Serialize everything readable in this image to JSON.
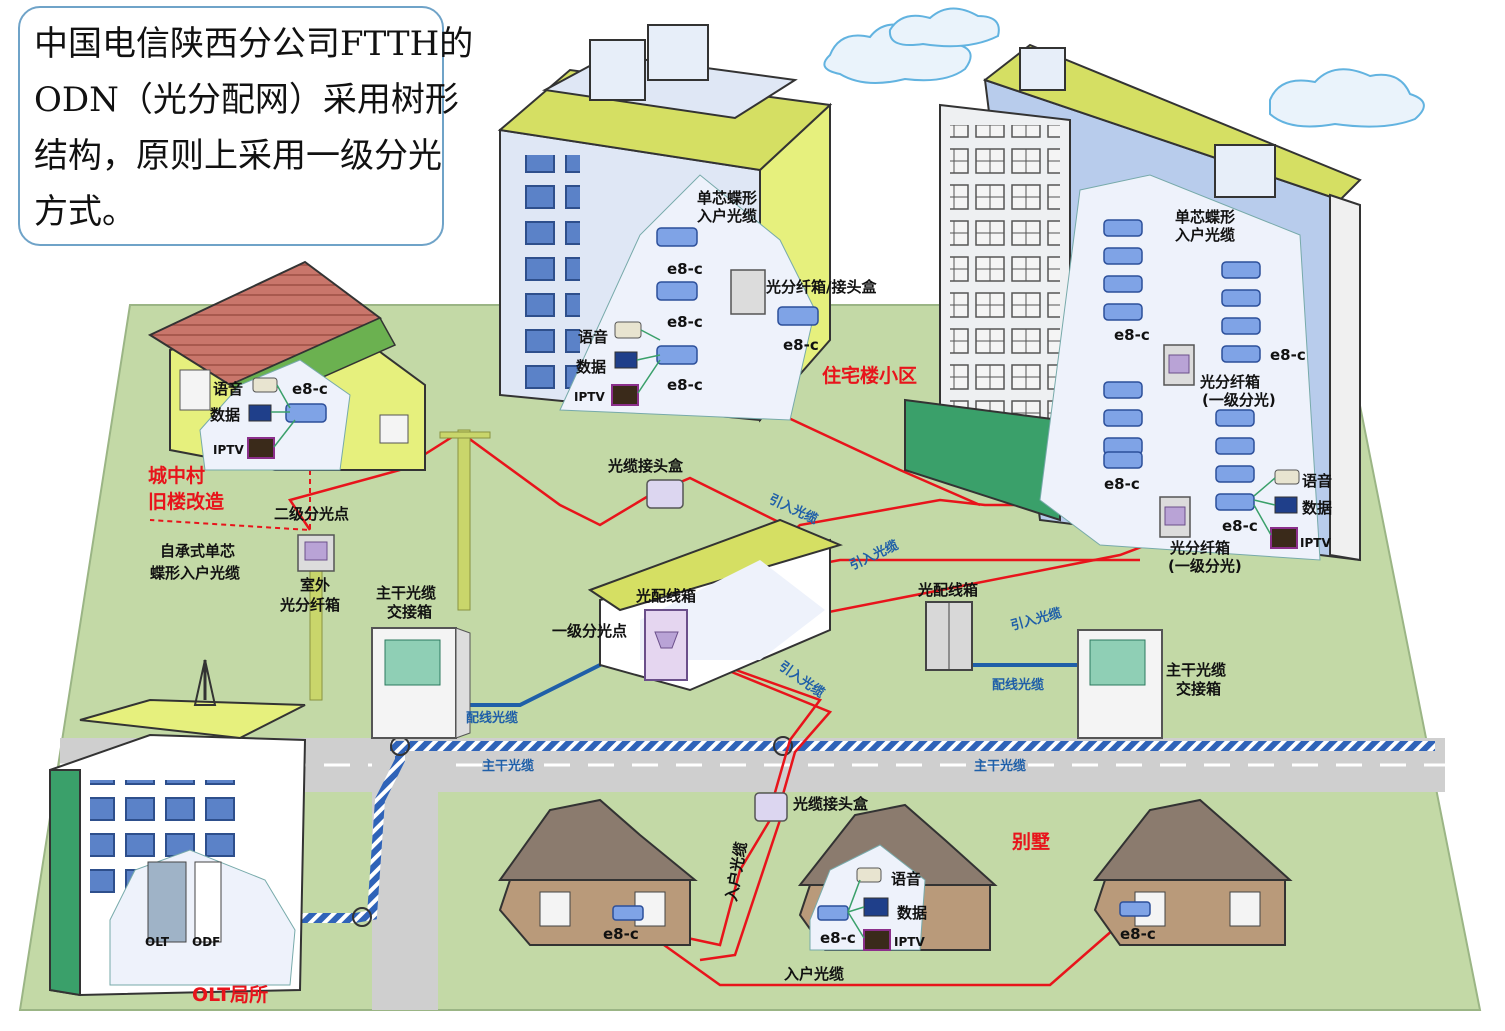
{
  "intro": {
    "lines": [
      "中国电信陕西分公司FTTH的",
      "ODN（光分配网）采用树形",
      "结构，原则上采用一级分光",
      "方式。"
    ]
  },
  "colors": {
    "ground": "#c3d9a6",
    "road": "#c9c9c9",
    "drop_cable": "#e8141b",
    "trunk_cable": "#1f5fa8",
    "label_red": "#e8141b",
    "label_blue": "#1f5fa8"
  },
  "areas": {
    "urban_village": [
      "城中村",
      "旧楼改造"
    ],
    "residential": "住宅楼小区",
    "villas": "别墅",
    "olt_site": "OLT局所"
  },
  "devices": {
    "onu": "e8-c",
    "voice": "语音",
    "data": "数据",
    "iptv": "IPTV",
    "olt": "OLT",
    "odf": "ODF"
  },
  "labels": {
    "drop_cable_vertical": [
      "单芯蝶形",
      "入户光缆"
    ],
    "splitter_joint_box": "光分纤箱/接头盒",
    "splitter_box": "光分纤箱",
    "first_level_split": "(一级分光)",
    "cable_joint_box": "光缆接头盒",
    "second_level_point": "二级分光点",
    "self_supporting_cable": [
      "自承式单芯",
      "蝶形入户光缆"
    ],
    "outdoor_splitter": [
      "室外",
      "光分纤箱"
    ],
    "trunk_cross_box": [
      "主干光缆",
      "交接箱"
    ],
    "distribution_box": "光配线箱",
    "first_level_point": "一级分光点",
    "lead_in_cable": "引入光缆",
    "distribution_cable": "配线光缆",
    "trunk_cable": "主干光缆",
    "home_cable": "入户光缆"
  }
}
